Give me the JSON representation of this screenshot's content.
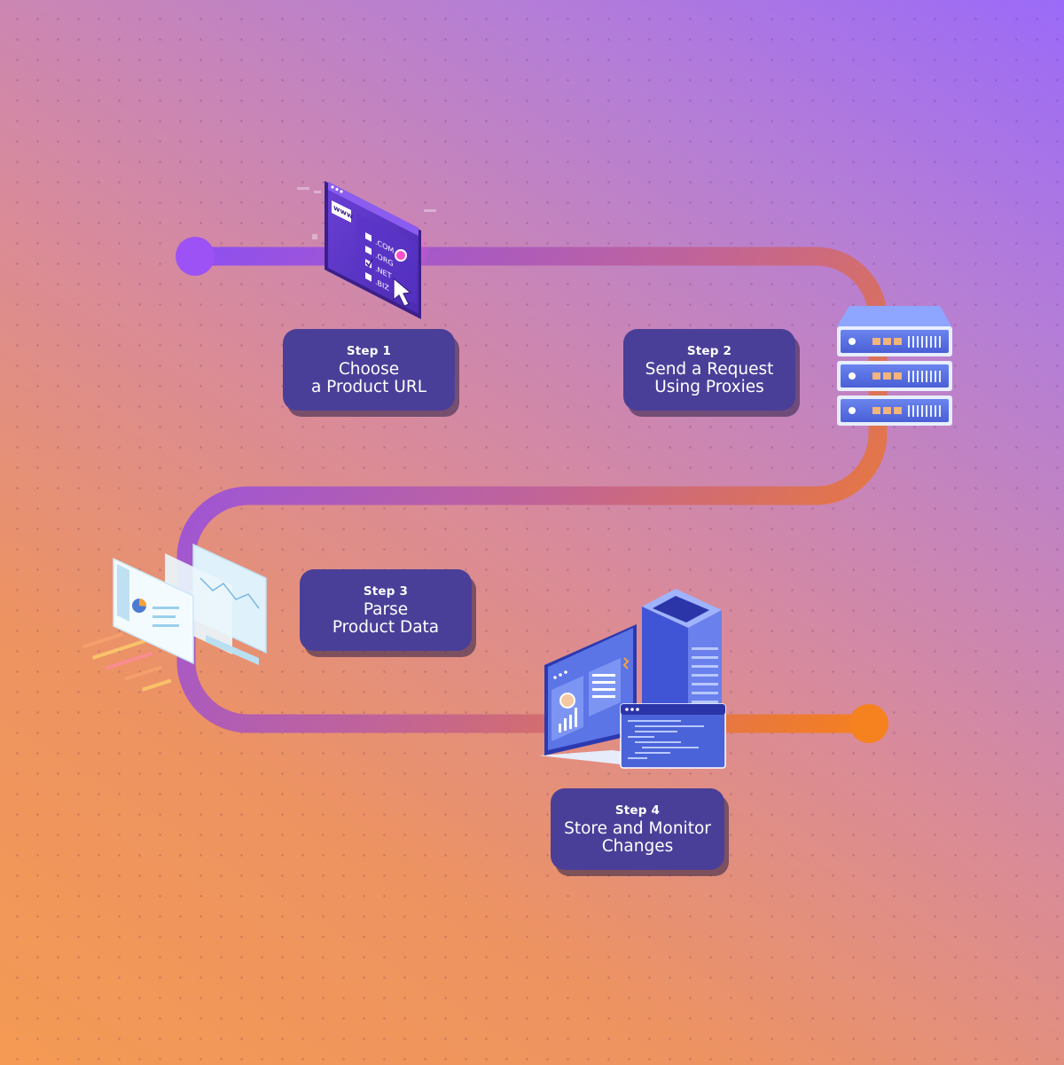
{
  "steps": [
    {
      "label": "Step 1",
      "line1": "Choose",
      "line2": "a Product URL"
    },
    {
      "label": "Step 2",
      "line1": "Send a Request",
      "line2": "Using Proxies"
    },
    {
      "label": "Step 3",
      "line1": "Parse",
      "line2": "Product Data"
    },
    {
      "label": "Step 4",
      "line1": "Store and Monitor",
      "line2": "Changes"
    }
  ],
  "url_icon": {
    "header": "www",
    "options": [
      ".COM",
      ".ORG",
      ".NET",
      ".BIZ"
    ],
    "checked": ".NET"
  },
  "icons": [
    "url-browser-icon",
    "proxy-server-icon",
    "data-dashboard-icon",
    "storage-monitor-icon"
  ],
  "colors": {
    "card": "#4a3f98",
    "path_start": "#8f4ff0",
    "path_end": "#f57f1f",
    "endpoint_start": "#9d52f5",
    "endpoint_end": "#f5821f"
  }
}
